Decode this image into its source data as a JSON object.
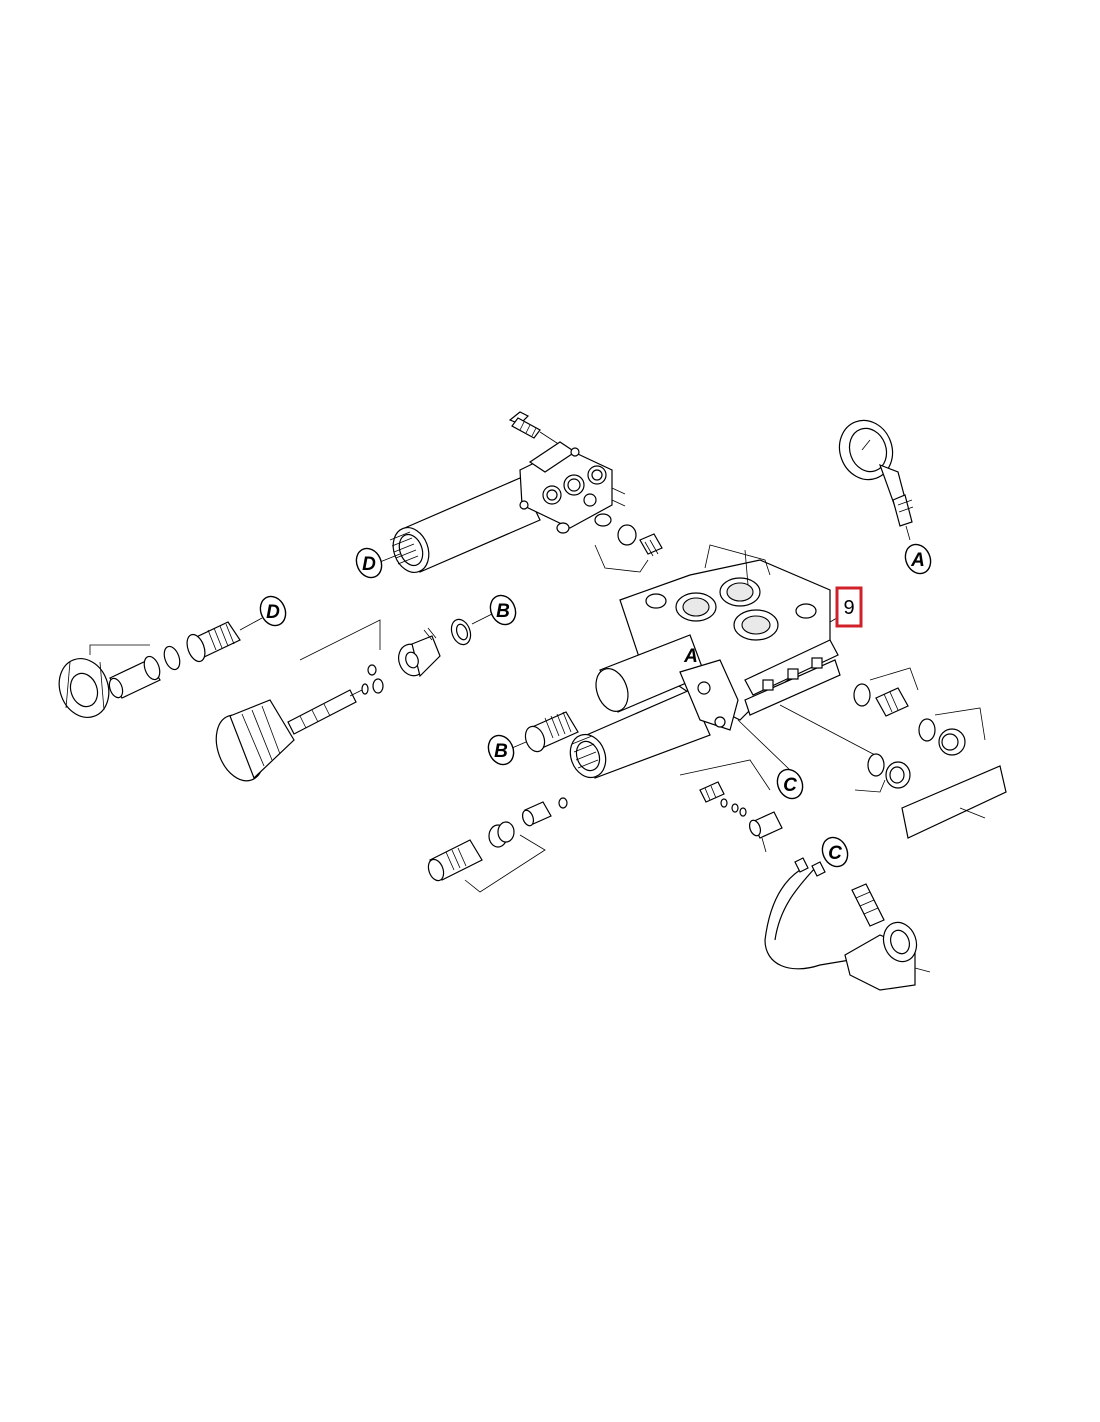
{
  "diagram": {
    "callouts": {
      "a_top": "A",
      "a_body": "A",
      "b_left": "B",
      "b_right": "B",
      "c_center": "C",
      "c_lower": "C",
      "d_left": "D",
      "d_top": "D"
    },
    "highlight": {
      "label": "9",
      "color": "#d0202a"
    }
  }
}
